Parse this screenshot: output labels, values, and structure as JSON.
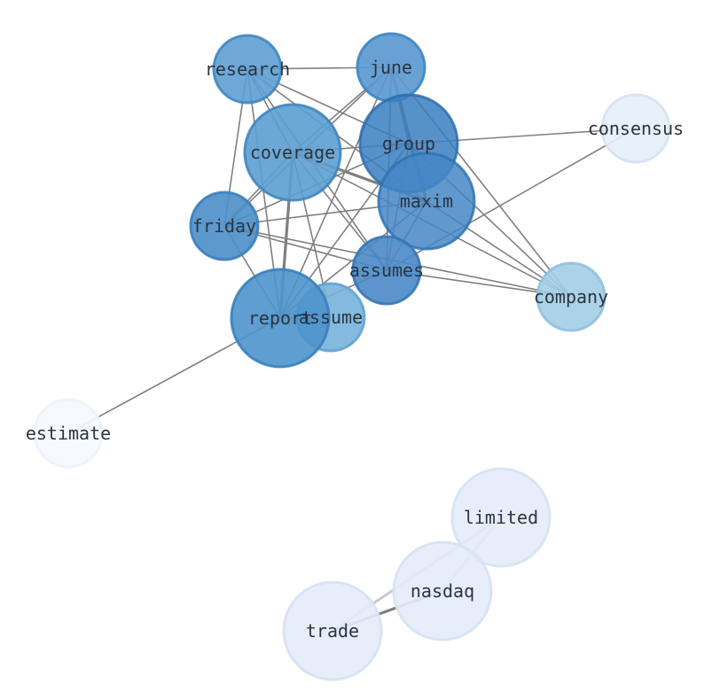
{
  "nodes": [
    {
      "id": "research",
      "label": "research",
      "fill": "#5e9fd1",
      "stroke": "#3f86c0",
      "opacity": 0.9
    },
    {
      "id": "june",
      "label": "june",
      "fill": "#5b9ad0",
      "stroke": "#3f86c0",
      "opacity": 0.92
    },
    {
      "id": "consensus",
      "label": "consensus",
      "fill": "#e6eef8",
      "stroke": "#d6e2f2",
      "opacity": 0.9
    },
    {
      "id": "coverage",
      "label": "coverage",
      "fill": "#5c9ed0",
      "stroke": "#3f86c0",
      "opacity": 0.9
    },
    {
      "id": "group",
      "label": "group",
      "fill": "#3a7ebf",
      "stroke": "#2b6fae",
      "opacity": 0.85
    },
    {
      "id": "maxim",
      "label": "maxim",
      "fill": "#4586c5",
      "stroke": "#2f73b4",
      "opacity": 0.85
    },
    {
      "id": "friday",
      "label": "friday",
      "fill": "#4c8ec8",
      "stroke": "#3a7ebf",
      "opacity": 0.9
    },
    {
      "id": "assumes",
      "label": "assumes",
      "fill": "#4a8ac6",
      "stroke": "#3576b7",
      "opacity": 0.9
    },
    {
      "id": "company",
      "label": "company",
      "fill": "#a3cde6",
      "stroke": "#8fc0df",
      "opacity": 0.9
    },
    {
      "id": "assume",
      "label": "assume",
      "fill": "#77b2da",
      "stroke": "#62a3d3",
      "opacity": 0.9
    },
    {
      "id": "report",
      "label": "report",
      "fill": "#4d93cc",
      "stroke": "#3a80bf",
      "opacity": 0.9
    },
    {
      "id": "estimate",
      "label": "estimate",
      "fill": "#f5f9fe",
      "stroke": "#edf3fb",
      "opacity": 0.9
    },
    {
      "id": "limited",
      "label": "limited",
      "fill": "#e4ecf8",
      "stroke": "#d6e2f2",
      "opacity": 0.9
    },
    {
      "id": "nasdaq",
      "label": "nasdaq",
      "fill": "#e4ecf8",
      "stroke": "#d6e2f2",
      "opacity": 0.9
    },
    {
      "id": "trade",
      "label": "trade",
      "fill": "#e4ecf8",
      "stroke": "#d6e2f2",
      "opacity": 0.9
    }
  ],
  "edges": [
    [
      "research",
      "june"
    ],
    [
      "research",
      "coverage"
    ],
    [
      "research",
      "group"
    ],
    [
      "research",
      "maxim"
    ],
    [
      "research",
      "friday"
    ],
    [
      "research",
      "report"
    ],
    [
      "research",
      "assumes"
    ],
    [
      "june",
      "coverage"
    ],
    [
      "june",
      "group"
    ],
    [
      "june",
      "maxim",
      "thick"
    ],
    [
      "june",
      "friday"
    ],
    [
      "june",
      "report"
    ],
    [
      "june",
      "assumes"
    ],
    [
      "june",
      "company"
    ],
    [
      "coverage",
      "group"
    ],
    [
      "coverage",
      "maxim",
      "thick"
    ],
    [
      "coverage",
      "friday"
    ],
    [
      "coverage",
      "report",
      "thick"
    ],
    [
      "coverage",
      "assume"
    ],
    [
      "coverage",
      "assumes"
    ],
    [
      "coverage",
      "company"
    ],
    [
      "group",
      "consensus"
    ],
    [
      "group",
      "maxim"
    ],
    [
      "group",
      "friday"
    ],
    [
      "group",
      "report"
    ],
    [
      "group",
      "assumes"
    ],
    [
      "group",
      "company"
    ],
    [
      "maxim",
      "friday"
    ],
    [
      "maxim",
      "report"
    ],
    [
      "maxim",
      "assumes"
    ],
    [
      "maxim",
      "company"
    ],
    [
      "friday",
      "report"
    ],
    [
      "friday",
      "assumes"
    ],
    [
      "friday",
      "company"
    ],
    [
      "assumes",
      "report"
    ],
    [
      "assumes",
      "consensus"
    ],
    [
      "assumes",
      "company"
    ],
    [
      "report",
      "assume"
    ],
    [
      "report",
      "estimate"
    ],
    [
      "limited",
      "nasdaq",
      "light"
    ],
    [
      "limited",
      "trade",
      "light"
    ],
    [
      "nasdaq",
      "trade",
      "thick"
    ]
  ]
}
